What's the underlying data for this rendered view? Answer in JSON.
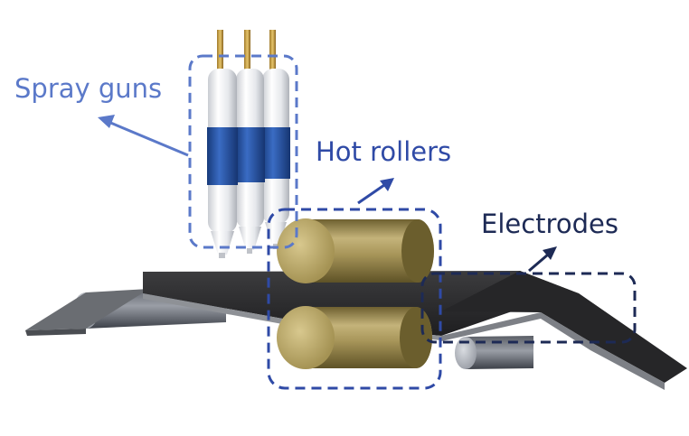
{
  "labels": {
    "spray_guns": "Spray guns",
    "hot_rollers": "Hot rollers",
    "electrodes": "Electrodes"
  },
  "colors": {
    "spray_label": "#5b79c9",
    "hot_label": "#2f4aa6",
    "electrodes_label": "#1d2a55",
    "spray_box": "#5b79c9",
    "hot_box": "#2f4aa6",
    "electrodes_box": "#1d2a55",
    "belt": "#2b2b2b",
    "gun_band": "#2450a0",
    "roller": "#b3a36c"
  },
  "components": [
    "spray-guns",
    "hot-rollers",
    "electrodes",
    "conveyor-belt",
    "support-rollers"
  ]
}
